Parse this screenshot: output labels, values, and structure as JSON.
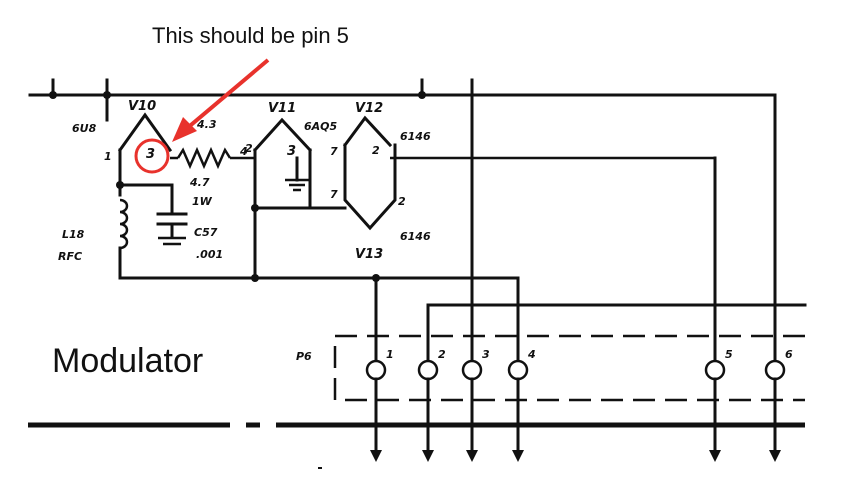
{
  "annotation": {
    "text": "This should be pin 5",
    "color": "#e8322c"
  },
  "section_label": "Modulator",
  "tubes": {
    "v10": {
      "name": "V10",
      "type": "6U8",
      "pin_left": "1",
      "pin_circled": "3",
      "pin_right": "4"
    },
    "v11": {
      "name": "V11",
      "type": "6AQ5",
      "pin_left": "2",
      "pin_mid": "3",
      "pin_right": "7"
    },
    "v12": {
      "name": "V12",
      "type": "6146",
      "pin": "2"
    },
    "v13": {
      "name": "V13",
      "type": "6146",
      "pin_left": "7",
      "pin_right": "2"
    }
  },
  "components": {
    "pin_label_43": "4.3",
    "resistor_value": "4.7",
    "resistor_power": "1W",
    "inductor_name": "L18",
    "inductor_type": "RFC",
    "capacitor_name": "C57",
    "capacitor_value": ".001"
  },
  "connector": {
    "name": "P6",
    "pins": [
      "1",
      "2",
      "3",
      "4",
      "5",
      "6"
    ]
  }
}
